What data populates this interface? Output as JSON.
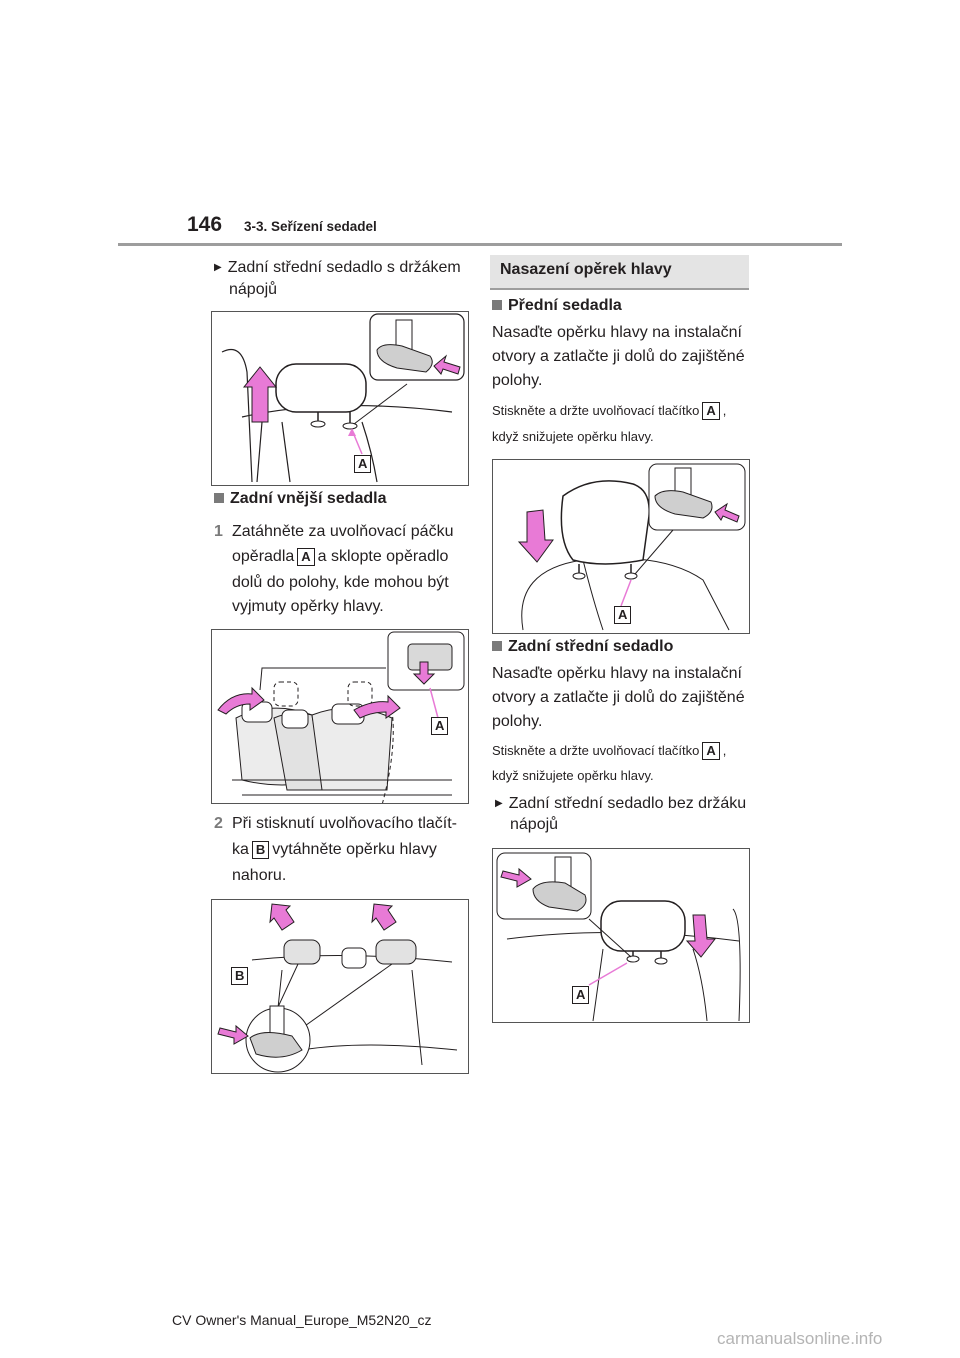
{
  "header": {
    "page_number": "146",
    "section": "3-3. Seřízení sedadel"
  },
  "left": {
    "item1_line1": "Zadní střední sedadlo s držákem",
    "item1_line2": "nápojů",
    "section1": "Zadní vnější sedadla",
    "step1_num": "1",
    "step1_line1": "Zatáhněte za uvolňovací páčku",
    "step1_line2_a": "opěradla",
    "step1_line2_b": "a sklopte opěradlo",
    "step1_line3": "dolů do polohy, kde mohou být",
    "step1_line4": "vyjmuty opěrky hlavy.",
    "step2_num": "2",
    "step2_line1": "Při stisknutí uvolňovacího tlačít-",
    "step2_line2_a": "ka",
    "step2_line2_b": "vytáhněte opěrku hlavy",
    "step2_line3": "nahoru."
  },
  "right": {
    "heading": "Nasazení opěrek hlavy",
    "section_front": "Přední sedadla",
    "front_line1": "Nasaďte opěrku hlavy na instalační",
    "front_line2": "otvory a zatlačte ji dolů do zajištěné",
    "front_line3": "polohy.",
    "front_note1": "Stiskněte a držte uvolňovací tlačítko",
    "front_note2": "když snižujete opěrku hlavy.",
    "section_rear": "Zadní střední sedadlo",
    "rear_line1": "Nasaďte opěrku hlavy na instalační",
    "rear_line2": "otvory a zatlačte ji dolů do zajištěné",
    "rear_line3": "polohy.",
    "rear_note1": "Stiskněte a držte uvolňovací tlačítko",
    "rear_note2": "když snižujete opěrku hlavy.",
    "item2_line1": "Zadní střední sedadlo bez držáku",
    "item2_line2": "nápojů",
    "comma": ","
  },
  "labels": {
    "A": "A",
    "B": "B"
  },
  "footer": {
    "manual": "CV Owner's Manual_Europe_M52N20_cz",
    "watermark": "carmanualsonline.info"
  },
  "colors": {
    "arrow_pink": "#e87ad6",
    "outline": "#231f20",
    "header_rule": "#9d9d9d",
    "heading_bg": "#e4e4e4"
  }
}
